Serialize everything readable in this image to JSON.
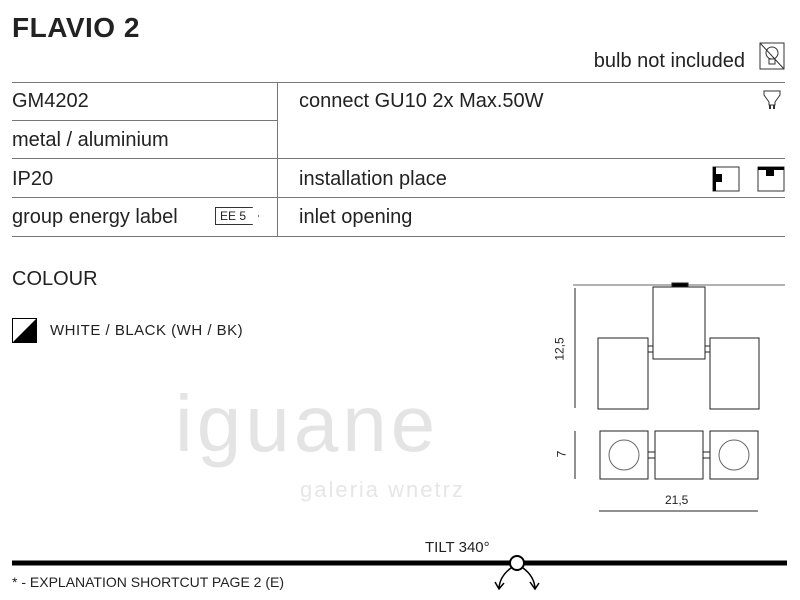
{
  "title": "FLAVIO 2",
  "bulb_note": "bulb not included",
  "specs": {
    "code": "GM4202",
    "material": "metal / aluminium",
    "ip": "IP20",
    "energy_label": "group energy label",
    "energy_badge": "EE 5",
    "connect": "connect GU10 2x Max.50W",
    "installation": "installation place",
    "inlet": "inlet opening"
  },
  "colour": {
    "heading": "COLOUR",
    "option": "WHITE / BLACK (WH / BK)"
  },
  "watermark": {
    "brand": "iguane",
    "sub": "galeria wnetrz"
  },
  "dimensions": {
    "height": "12,5",
    "depth": "7",
    "width": "21,5"
  },
  "tilt": "TILT 340°",
  "footnote": "*  -  EXPLANATION SHORTCUT PAGE 2 (E)"
}
